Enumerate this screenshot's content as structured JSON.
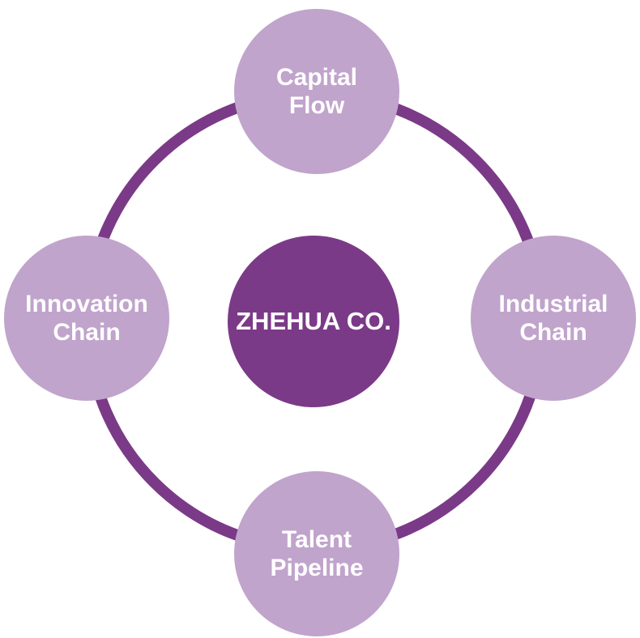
{
  "diagram": {
    "center": {
      "label": "ZHEHUA CO."
    },
    "nodes": {
      "top": {
        "line1": "Capital",
        "line2": "Flow"
      },
      "right": {
        "line1": "Industrial",
        "line2": "Chain"
      },
      "bottom": {
        "line1": "Talent",
        "line2": "Pipeline"
      },
      "left": {
        "line1": "Innovation",
        "line2": "Chain"
      }
    },
    "colors": {
      "ring": "#7b3a87",
      "outer_node": "#c0a4cc",
      "center_node": "#7b3a87",
      "text": "#ffffff"
    }
  }
}
